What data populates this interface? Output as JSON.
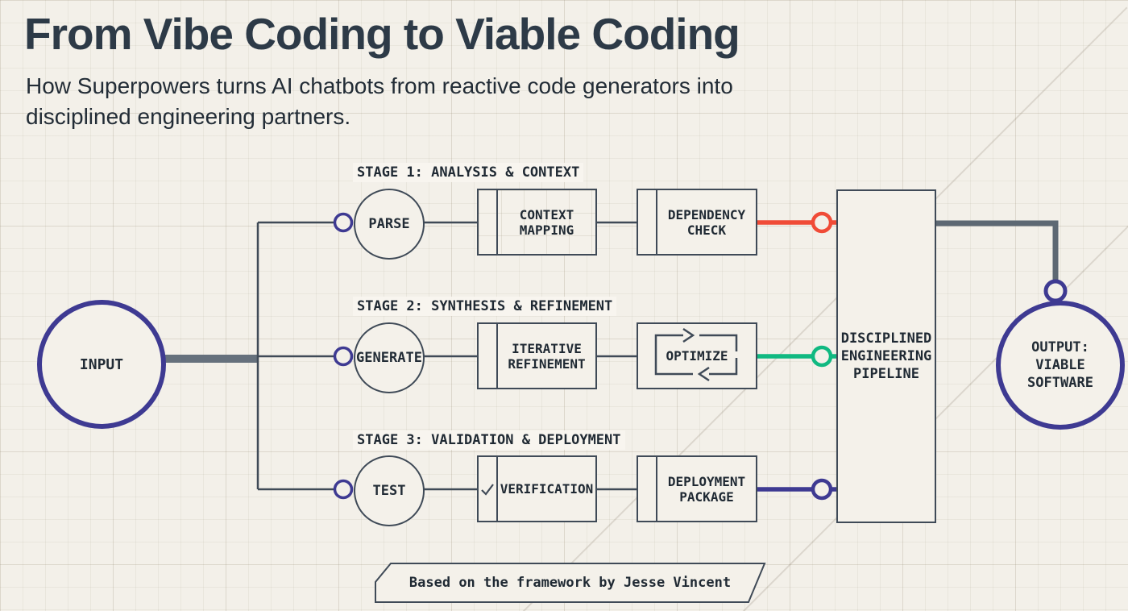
{
  "header": {
    "title": "From Vibe Coding to Viable Coding",
    "subtitle_lines": [
      "How Superpowers turns AI chatbots from reactive code generators into",
      "disciplined engineering partners."
    ]
  },
  "input_node": {
    "label": "INPUT"
  },
  "stages": [
    {
      "label": "STAGE 1: ANALYSIS & CONTEXT",
      "circle_label": "PARSE",
      "box1": {
        "lines": [
          "CONTEXT",
          "MAPPING"
        ]
      },
      "box2": {
        "lines": [
          "DEPENDENCY",
          "CHECK"
        ]
      },
      "connector_color": "#f04b37"
    },
    {
      "label": "STAGE 2: SYNTHESIS & REFINEMENT",
      "circle_label": "GENERATE",
      "box1": {
        "lines": [
          "ITERATIVE",
          "REFINEMENT"
        ]
      },
      "box2": {
        "lines": [
          "OPTIMIZE"
        ]
      },
      "connector_color": "#10b981"
    },
    {
      "label": "STAGE 3: VALIDATION & DEPLOYMENT",
      "circle_label": "TEST",
      "box1": {
        "lines": [
          "VERIFICATION"
        ]
      },
      "box2": {
        "lines": [
          "DEPLOYMENT",
          "PACKAGE"
        ]
      },
      "connector_color": "#3e3a92"
    }
  ],
  "pipeline": {
    "lines": [
      "DISCIPLINED",
      "ENGINEERING",
      "PIPELINE"
    ]
  },
  "output_node": {
    "lines": [
      "OUTPUT:",
      "VIABLE",
      "SOFTWARE"
    ]
  },
  "footer": {
    "credit": "Based on the framework by Jesse Vincent"
  },
  "icons": {
    "verification_stripe": "check-icon",
    "optimize_box": "loop-arrows-icon"
  },
  "colors": {
    "background": "#f3f0e9",
    "line_slate": "#3f4a57",
    "connector_gray": "#66717d",
    "accent_indigo": "#3e3a92",
    "accent_red": "#f04b37",
    "accent_green": "#10b981",
    "title_color": "#2d3a47"
  }
}
